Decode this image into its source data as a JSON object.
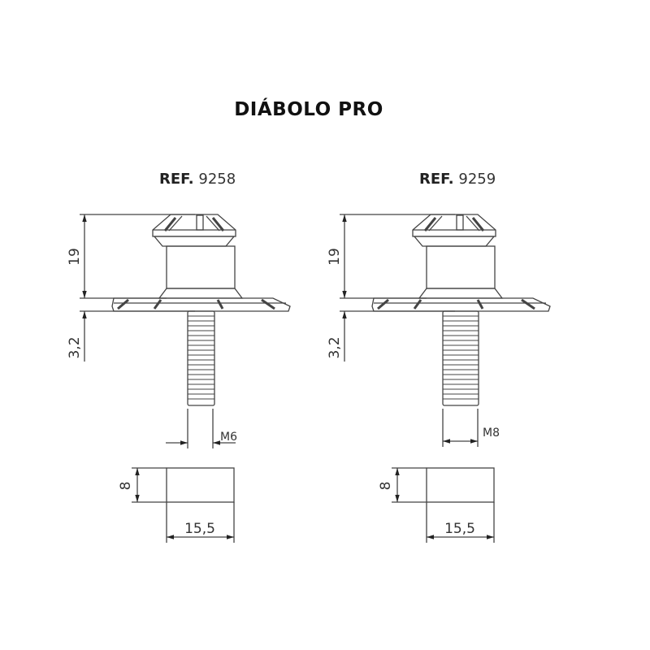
{
  "title": "DIÁBOLO PRO",
  "products": [
    {
      "ref_label": "REF.",
      "ref_number": "9258",
      "dimensions": {
        "head_height": "19",
        "base_thickness": "3,2",
        "thread": "M6",
        "spacer_height": "8",
        "spacer_width": "15,5"
      }
    },
    {
      "ref_label": "REF.",
      "ref_number": "9259",
      "dimensions": {
        "head_height": "19",
        "base_thickness": "3,2",
        "thread": "M8",
        "spacer_height": "8",
        "spacer_width": "15,5"
      }
    }
  ],
  "colors": {
    "line": "#444444",
    "text": "#222222",
    "background": "#ffffff"
  }
}
